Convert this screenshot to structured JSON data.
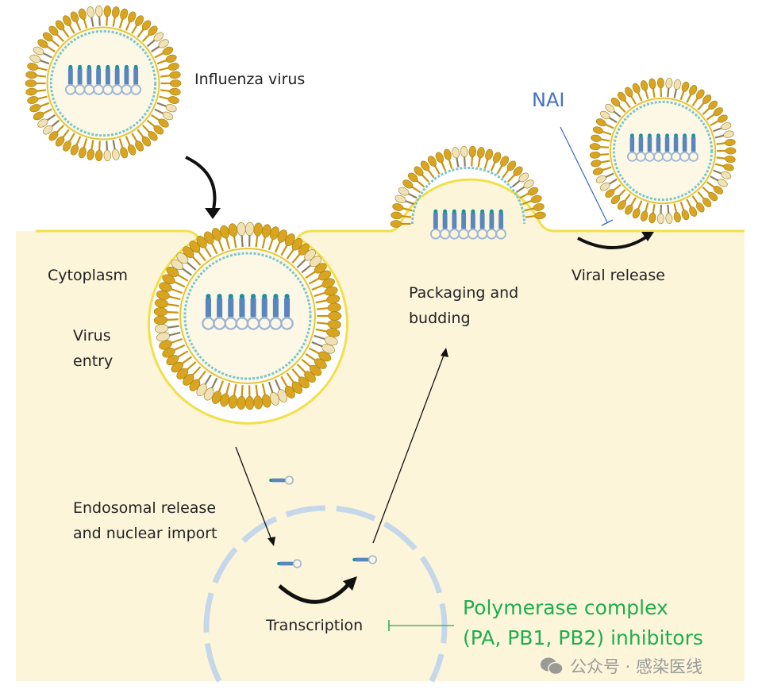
{
  "labels": {
    "influenza_virus": "Influenza virus",
    "nai": "NAI",
    "viral_release": "Viral release",
    "cytoplasm": "Cytoplasm",
    "virus_entry_1": "Virus",
    "virus_entry_2": "entry",
    "packaging_1": "Packaging and",
    "packaging_2": "budding",
    "endosomal_1": "Endosomal release",
    "endosomal_2": "and nuclear import",
    "transcription": "Transcription",
    "polymerase_1": "Polymerase complex",
    "polymerase_2": "(PA, PB1, PB2) inhibitors"
  },
  "watermark": {
    "icon": "wechat-icon",
    "text": "公众号 · 感染医线"
  },
  "colors": {
    "cytoplasm": "#fdf5da",
    "membrane": "#f2e04a",
    "envelope": "#d9a520",
    "nai": "#4472c4",
    "inhibitor": "#1fae4f",
    "nucleus": "#c5d8ea"
  }
}
